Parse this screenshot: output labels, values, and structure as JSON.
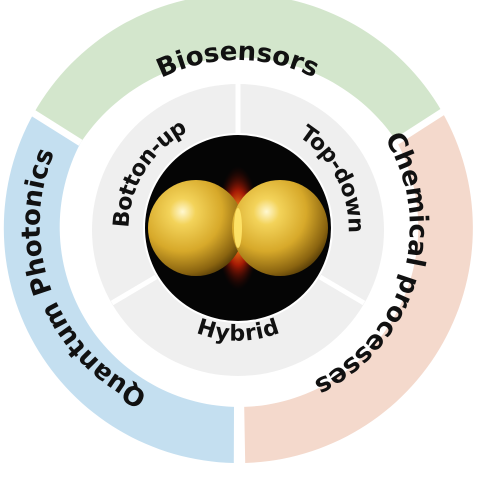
{
  "outer_ring": {
    "top_label": "Biosensors",
    "right_label": "Chemical processes",
    "left_label": "Quantum Photonics",
    "colors": {
      "top": "#d3e6cc",
      "right": "#f4d9cc",
      "left": "#c4dff0"
    }
  },
  "inner_ring": {
    "left_label": "Botton-up",
    "right_label": "Top-down",
    "bottom_label": "Hybrid",
    "color": "#efefef"
  },
  "center": {
    "icon": "nanoparticle-dimer-icon",
    "background": "#050505",
    "sphere_color": "#d7a92a",
    "gap_glow_color": "#ff5a1a"
  }
}
